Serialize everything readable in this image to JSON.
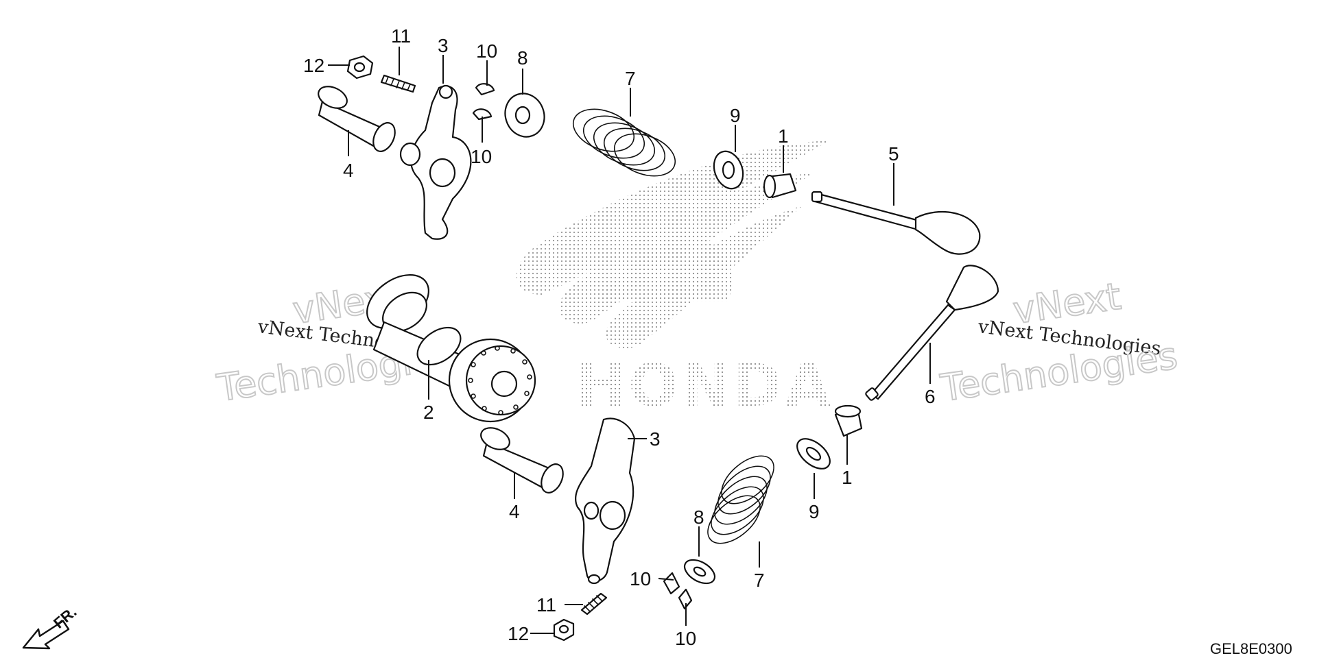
{
  "diagram": {
    "callouts": [
      {
        "id": "c-12a",
        "label": "12"
      },
      {
        "id": "c-11a",
        "label": "11"
      },
      {
        "id": "c-3a",
        "label": "3"
      },
      {
        "id": "c-10a",
        "label": "10"
      },
      {
        "id": "c-10b",
        "label": "10"
      },
      {
        "id": "c-8a",
        "label": "8"
      },
      {
        "id": "c-4a",
        "label": "4"
      },
      {
        "id": "c-7a",
        "label": "7"
      },
      {
        "id": "c-9a",
        "label": "9"
      },
      {
        "id": "c-1a",
        "label": "1"
      },
      {
        "id": "c-5",
        "label": "5"
      },
      {
        "id": "c-2",
        "label": "2"
      },
      {
        "id": "c-6",
        "label": "6"
      },
      {
        "id": "c-3b",
        "label": "3"
      },
      {
        "id": "c-4b",
        "label": "4"
      },
      {
        "id": "c-1b",
        "label": "1"
      },
      {
        "id": "c-9b",
        "label": "9"
      },
      {
        "id": "c-8b",
        "label": "8"
      },
      {
        "id": "c-7b",
        "label": "7"
      },
      {
        "id": "c-10c",
        "label": "10"
      },
      {
        "id": "c-11b",
        "label": "11"
      },
      {
        "id": "c-10d",
        "label": "10"
      },
      {
        "id": "c-12b",
        "label": "12"
      }
    ],
    "front_indicator": "FR.",
    "diagram_code": "GEL8E0300",
    "logo_text": "HONDA",
    "watermark": {
      "line1": "vNext Technologies",
      "outline_word1": "vNext",
      "outline_word2": "Technologies"
    }
  }
}
